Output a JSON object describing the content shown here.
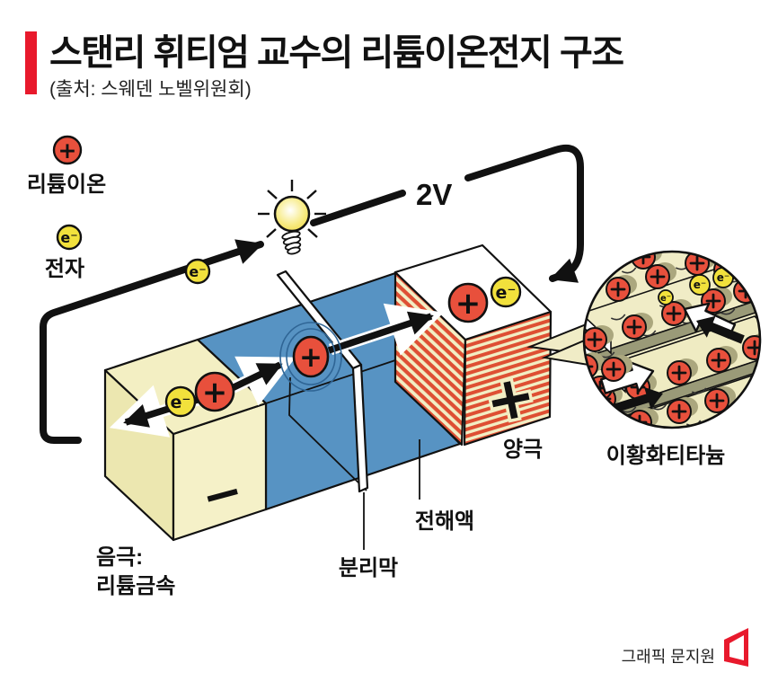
{
  "title": {
    "text": "스탠리 휘티엄 교수의 리튬이온전지 구조",
    "source": "(출처: 스웨덴 노벨위원회)"
  },
  "legend": {
    "lithium_ion": {
      "symbol": "+",
      "label": "리튬이온"
    },
    "electron": {
      "symbol": "e⁻",
      "label": "전자"
    }
  },
  "circuit": {
    "voltage": "2V"
  },
  "battery": {
    "anode_label_line1": "음극:",
    "anode_label_line2": "리튬금속",
    "anode_sign": "−",
    "separator_label": "분리막",
    "electrolyte_label": "전해액",
    "cathode_label": "양극",
    "cathode_sign": "+"
  },
  "inset": {
    "label": "이황화티타늄"
  },
  "credit": {
    "text": "그래픽 문지원"
  },
  "colors": {
    "accent_red": "#E8192C",
    "ion_red": "#E8503C",
    "electron_yellow": "#F2E13C",
    "electrolyte_blue": "#5793C3",
    "anode_cream": "#F3EFC3",
    "cathode_stripe_red": "#DE4F33",
    "cathode_stripe_cream": "#F2EEC4",
    "slab_edge_olive": "#9A9A78"
  }
}
